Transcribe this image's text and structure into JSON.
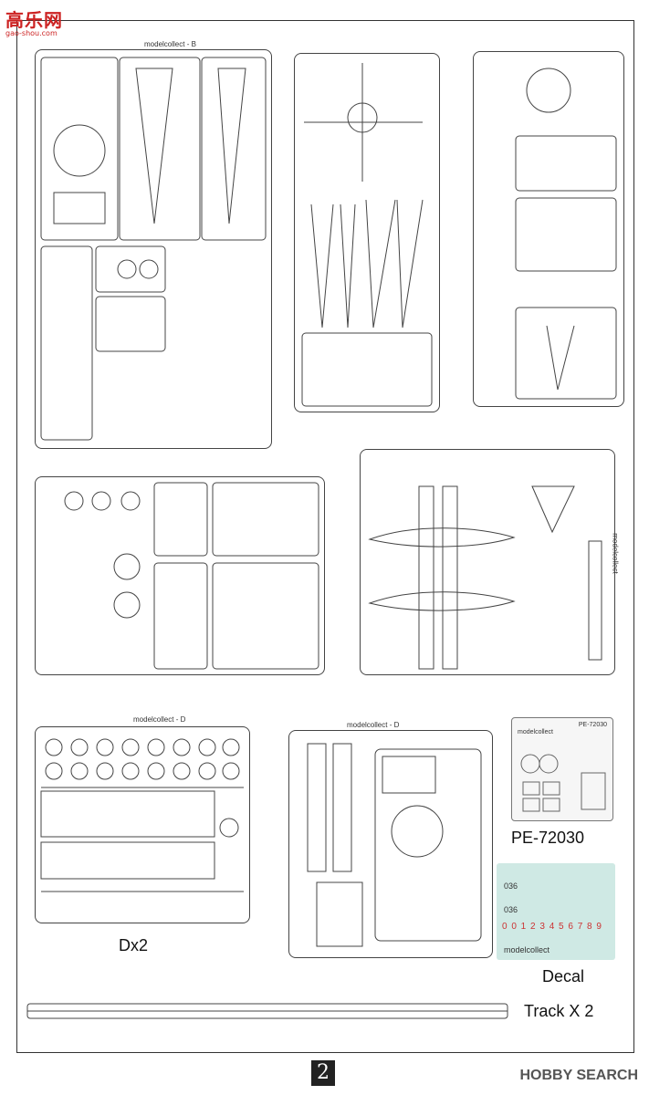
{
  "watermark": {
    "brand": "高乐网",
    "site": "gao-shou.com"
  },
  "sprue_tags": {
    "a": "modelcollect - B",
    "b": "modelcollect",
    "c": "modelcollect - D",
    "d": "modelcollect - D"
  },
  "labels": {
    "dx2": "Dx2",
    "pe": "PE-72030",
    "decal": "Decal",
    "track": "Track X 2"
  },
  "pe_sheet": {
    "code": "PE-72030",
    "brand": "modelcollect"
  },
  "decal_sheet": {
    "row1": "036",
    "row2": "036",
    "digits": "0 0 1 2 3 4 5 6 7 8 9",
    "brand": "modelcollect"
  },
  "page_number": "2",
  "footer_brand": "HOBBY SEARCH"
}
